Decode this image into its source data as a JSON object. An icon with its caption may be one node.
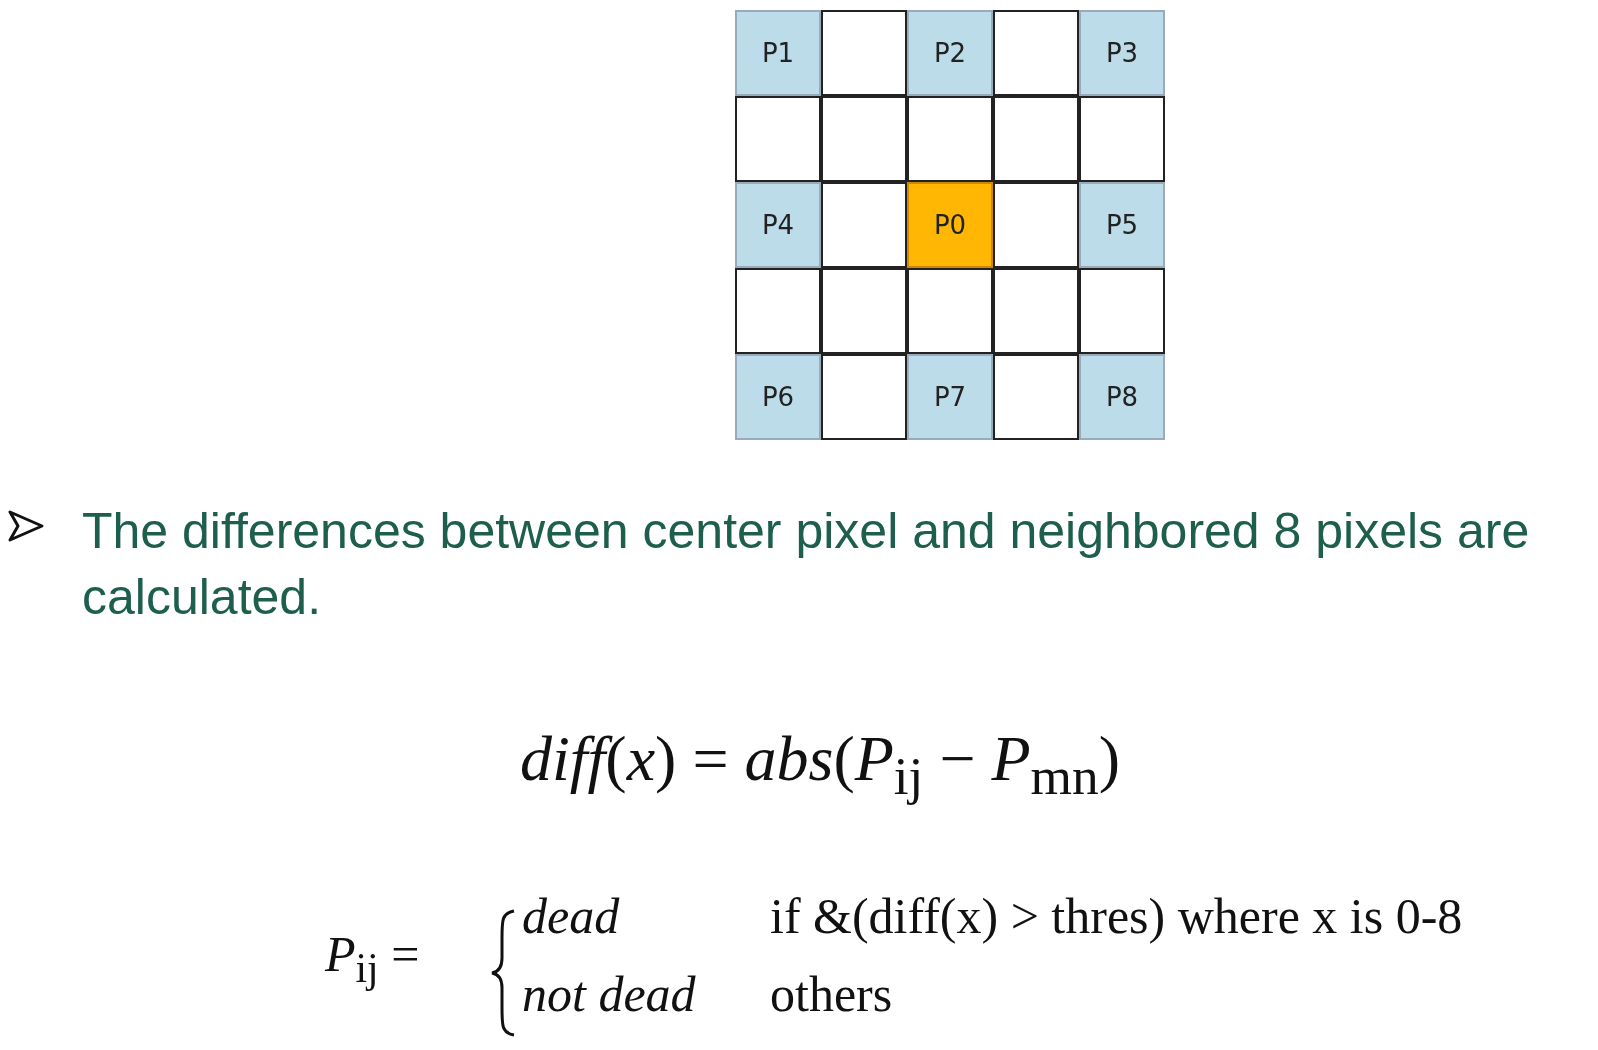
{
  "diagram": {
    "nodes": [
      {
        "text": [
          "P1"
        ]
      },
      {
        "text": [],
        "shape": "box"
      },
      {
        "text": [
          "P2"
        ]
      },
      {
        "text": [],
        "shape": "box"
      },
      {
        "text": [
          "P3"
        ]
      },
      {
        "text": [],
        "shape": "box"
      },
      {
        "text": [],
        "shape": "box"
      },
      {
        "text": [],
        "shape": "box"
      },
      {
        "text": [],
        "shape": "box"
      },
      {
        "text": [],
        "shape": "box"
      },
      {
        "text": [
          "P4"
        ]
      },
      {
        "text": [],
        "shape": "box"
      },
      {
        "text": [
          "P0"
        ]
      },
      {
        "text": [],
        "shape": "box"
      },
      {
        "text": [
          "P5"
        ]
      },
      {
        "text": [],
        "shape": "box"
      },
      {
        "text": [],
        "shape": "box"
      },
      {
        "text": [],
        "shape": "box"
      },
      {
        "text": [],
        "shape": "box"
      },
      {
        "text": [],
        "shape": "box"
      },
      {
        "text": [
          "P6"
        ]
      },
      {
        "text": [],
        "shape": "box"
      },
      {
        "text": [
          "P7"
        ]
      },
      {
        "text": [],
        "shape": "box"
      },
      {
        "text": [
          "P8"
        ]
      }
    ],
    "edges": [],
    "labels": [
      "The differences between center pixel and neighbored 8 pixels are calculated.",
      "*diff*(*x*) = *abs*(*P*$_{ij}$ − *P*$_{mn}$)",
      "*P*$_{ij}$ =",
      "*dead*",
      "if &(diff(x) > thres) where x is 0-8",
      "*not dead*",
      "others"
    ]
  }
}
